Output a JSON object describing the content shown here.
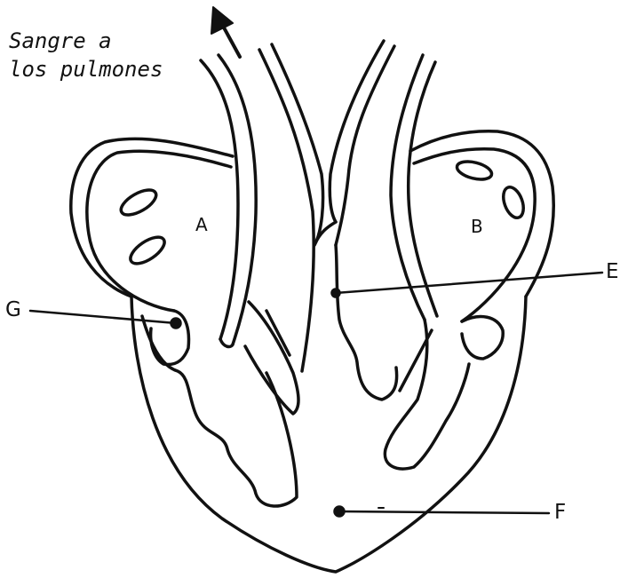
{
  "caption": {
    "line1": "Sangre a",
    "line2": "los pulmones"
  },
  "labels": {
    "A": "A",
    "B": "B",
    "E": "E",
    "F": "F",
    "G": "G"
  },
  "colors": {
    "ink": "#111111",
    "background": "#ffffff"
  }
}
